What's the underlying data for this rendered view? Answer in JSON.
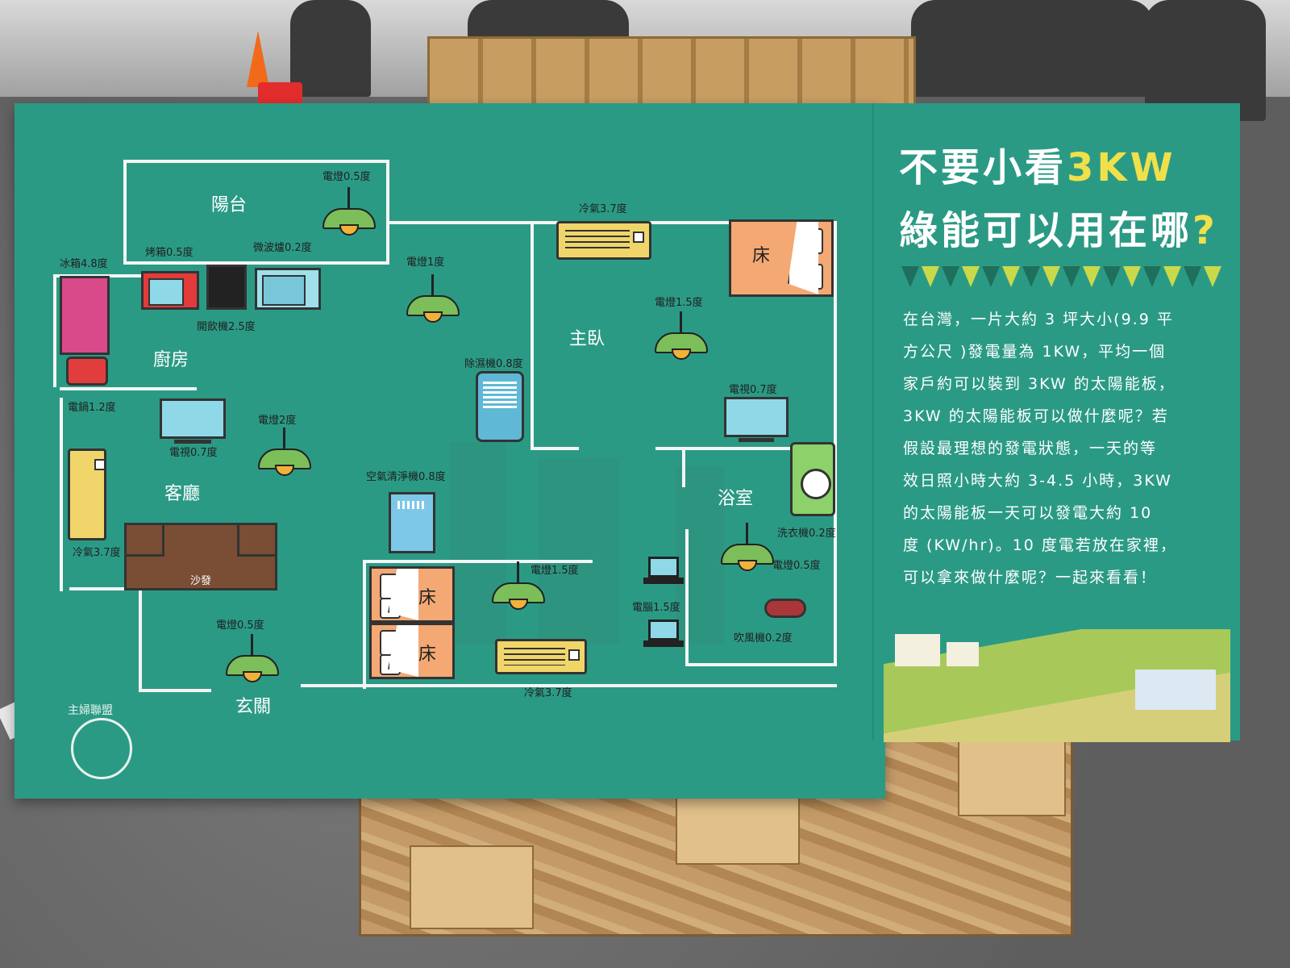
{
  "panel": {
    "title_line1_prefix": "不要小看",
    "title_line1_highlight": "3KW",
    "title_line2_prefix": "綠能可以用在哪",
    "title_line2_q": "?",
    "paragraph": [
      "在台灣，一片大約 3 坪大小(9.9 平",
      "方公尺 )發電量為 1KW，平均一個",
      "家戶約可以裝到 3KW 的太陽能板，",
      "3KW 的太陽能板可以做什麼呢？若",
      "假設最理想的發電狀態，一天的等",
      "效日照小時大約 3-4.5 小時，3KW",
      "的太陽能板一天可以發電大約 10",
      "度 (KW/hr)。10 度電若放在家裡，",
      "可以拿來做什麼呢？一起來看看！"
    ]
  },
  "rooms": {
    "balcony": "陽台",
    "kitchen": "廚房",
    "living": "客廳",
    "master": "主臥",
    "bath": "浴室",
    "entrance": "玄關"
  },
  "appliances": {
    "lamp_balcony": "電燈0.5度",
    "oven": "烤箱0.5度",
    "microwave": "微波爐0.2度",
    "fridge": "冰箱4.8度",
    "water_dispenser": "開飲機2.5度",
    "lamp_hall": "電燈1度",
    "ac_master": "冷氣3.7度",
    "lamp_master": "電燈1.5度",
    "dehumidifier": "除濕機0.8度",
    "tv_master": "電視0.7度",
    "rice_cooker": "電鍋1.2度",
    "tv_living": "電視0.7度",
    "lamp_living": "電燈2度",
    "ac_living": "冷氣3.7度",
    "sofa": "沙發",
    "air_purifier": "空氣清淨機0.8度",
    "washer": "洗衣機0.2度",
    "lamp_bath": "電燈0.5度",
    "lamp_bedroom": "電燈1.5度",
    "computer": "電腦1.5度",
    "hair_dryer": "吹風機0.2度",
    "lamp_entrance": "電燈0.5度",
    "ac_bedroom": "冷氣3.7度",
    "bed": "床"
  },
  "logo_text": "主婦聯盟",
  "colors": {
    "board": "#2b9a85",
    "wall": "#f5f5f5",
    "highlight": "#f0e04a",
    "lamp_shade": "#7cbf5a",
    "ac": "#f0d66a",
    "bed": "#f4a873"
  }
}
